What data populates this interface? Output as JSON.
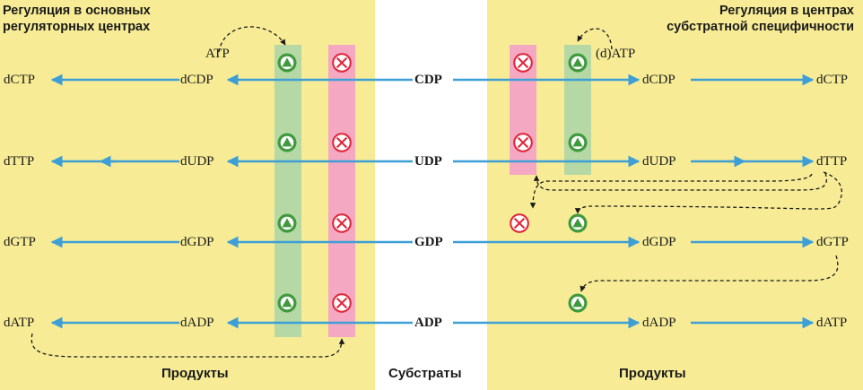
{
  "left_title": {
    "line1": "Регуляция в основных",
    "line2": "регуляторных центрах"
  },
  "right_title": {
    "line1": "Регуляция в центрах",
    "line2": "субстратной специфичности"
  },
  "left_effector": "ATP",
  "right_effector": "(d)ATP",
  "substrates": [
    "CDP",
    "UDP",
    "GDP",
    "ADP"
  ],
  "left_intermediates": [
    "dCDP",
    "dUDP",
    "dGDP",
    "dADP"
  ],
  "left_products": [
    "dCTP",
    "dTTP",
    "dGTP",
    "dATP"
  ],
  "right_intermediates": [
    "dCDP",
    "dUDP",
    "dGDP",
    "dADP"
  ],
  "right_products": [
    "dCTP",
    "dTTP",
    "dGTP",
    "dATP"
  ],
  "footer": {
    "left": "Продукты",
    "center": "Субстраты",
    "right": "Продукты"
  },
  "colors": {
    "panel": "#f7ec95",
    "activation_band": "#b5d8a4",
    "inhibition_band": "#f4a8c2",
    "arrow": "#3d9fd6",
    "activator": "#3f9a3c",
    "inhibitor": "#e0283c"
  },
  "icons": {
    "activator": "green-triangle-activator-icon",
    "inhibitor": "red-cross-inhibitor-icon"
  }
}
